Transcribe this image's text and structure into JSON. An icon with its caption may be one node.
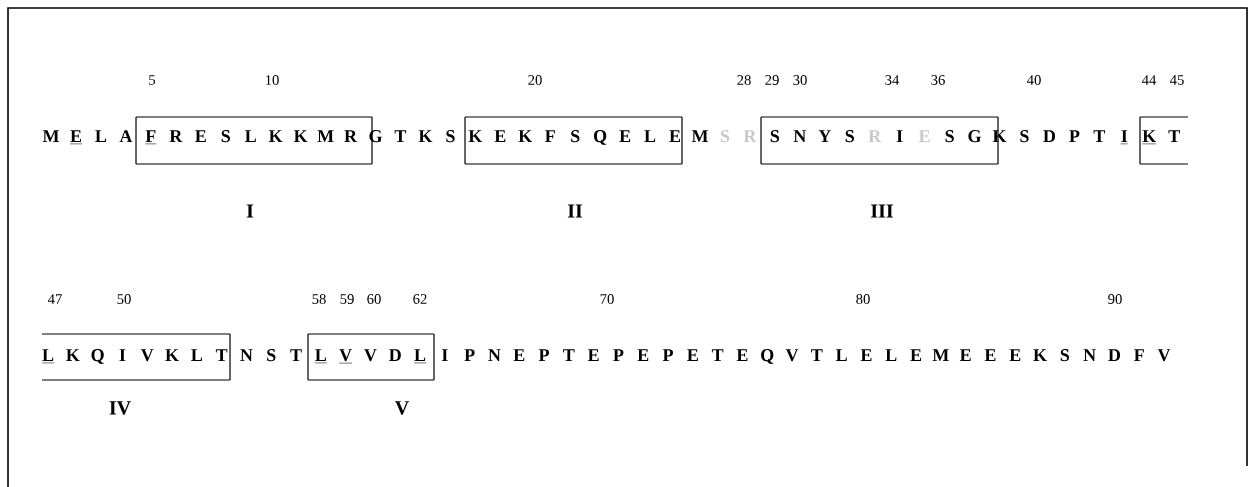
{
  "diagram": {
    "nodes": [
      {
        "text": [
          "F",
          "R",
          "E",
          "S",
          "L",
          "K",
          "K",
          "M",
          "R"
        ],
        "beside": [
          "I"
        ]
      },
      {
        "text": [
          "K",
          "E",
          "K",
          "F",
          "S",
          "Q",
          "E",
          "L"
        ],
        "beside": [
          "II"
        ]
      },
      {
        "text": [
          "R",
          "S",
          "N",
          "Y",
          "S",
          "R",
          "I",
          "E",
          "S",
          "G"
        ],
        "beside": [
          "III"
        ]
      },
      {
        "text": [
          "K",
          "T"
        ]
      },
      {
        "text": [
          "L",
          "K",
          "Q",
          "I",
          "V",
          "K",
          "L",
          "T"
        ],
        "beside": [
          "IV"
        ]
      },
      {
        "text": [
          "L",
          "V",
          "V",
          "D",
          "L"
        ],
        "beside": [
          "V"
        ]
      }
    ],
    "labels": [
      "5",
      "10",
      "20",
      "28",
      "29",
      "30",
      "34",
      "36",
      "40",
      "44",
      "45",
      "M",
      "E",
      "L",
      "A",
      "G",
      "T",
      "K",
      "S",
      "E",
      "M",
      "S",
      "K",
      "S",
      "D",
      "P",
      "T",
      "I",
      "47",
      "50",
      "58",
      "59",
      "60",
      "62",
      "70",
      "80",
      "90",
      "N",
      "S",
      "T",
      "I",
      "P",
      "N",
      "E",
      "P",
      "T",
      "E",
      "P",
      "E",
      "P",
      "E",
      "T",
      "E",
      "Q",
      "V",
      "T",
      "L",
      "E",
      "L",
      "E",
      "M",
      "E",
      "E",
      "E",
      "K",
      "S",
      "N",
      "D",
      "F",
      "V"
    ]
  }
}
